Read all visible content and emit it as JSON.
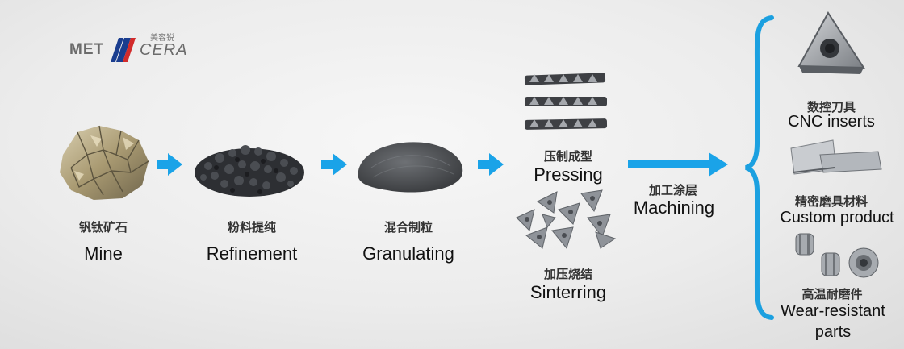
{
  "logo": {
    "brand_left": "MET",
    "brand_right": "CERA",
    "brand_cn": "美容锐"
  },
  "steps": [
    {
      "cn": "钒钛矿石",
      "en": "Mine",
      "image": "ore-rock"
    },
    {
      "cn": "粉料提纯",
      "en": "Refinement",
      "image": "powder-granules"
    },
    {
      "cn": "混合制粒",
      "en": "Granulating",
      "image": "granulated-powder"
    }
  ],
  "forming": [
    {
      "cn": "压制成型",
      "en": "Pressing",
      "image": "pressed-inserts"
    },
    {
      "cn": "加压烧结",
      "en": "Sinterring",
      "image": "sintered-inserts"
    }
  ],
  "machining": {
    "cn": "加工涂层",
    "en": "Machining"
  },
  "products": [
    {
      "cn": "数控刀具",
      "en": "CNC inserts",
      "image": "cnc-insert"
    },
    {
      "cn": "精密磨具材料",
      "en": "Custom product",
      "image": "custom-blades"
    },
    {
      "cn": "高温耐磨件",
      "en_line1": "Wear-resistant",
      "en_line2": "parts",
      "image": "wear-parts"
    }
  ],
  "colors": {
    "arrow": "#1aa3e8",
    "brace": "#1ba0e0",
    "text": "#111111"
  }
}
